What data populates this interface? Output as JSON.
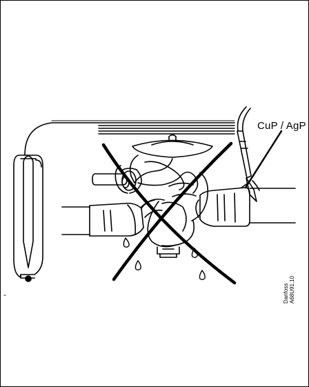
{
  "labels": {
    "solder": "CuP / AgP",
    "manufacturer": "Danfoss",
    "code": "A68U91.10"
  },
  "colors": {
    "line": "#000000",
    "background": "#ffffff"
  },
  "icons": {
    "drops": "water-drop-icon",
    "torch": "torch-icon",
    "cross": "cross-mark-icon"
  }
}
